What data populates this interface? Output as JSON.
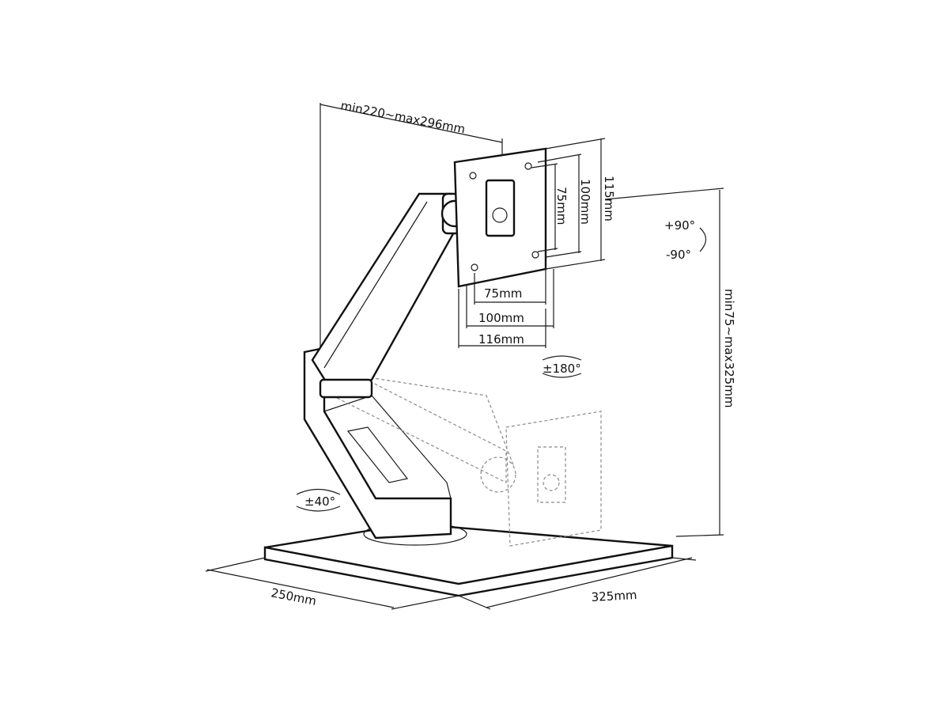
{
  "labels": {
    "arm_reach": "min220~max296mm",
    "vesa_h_115": "115mm",
    "vesa_h_100": "100mm",
    "vesa_h_75": "75mm",
    "vesa_w_75": "75mm",
    "vesa_w_100": "100mm",
    "vesa_w_116": "116mm",
    "rotate_plus": "+90°",
    "rotate_minus": "-90°",
    "swivel_180": "±180°",
    "height_range": "min75~max325mm",
    "swivel_40": "±40°",
    "base_depth": "250mm",
    "base_width": "325mm"
  },
  "colors": {
    "line": "#1a1a1a",
    "ghost": "#8a8a8a"
  }
}
